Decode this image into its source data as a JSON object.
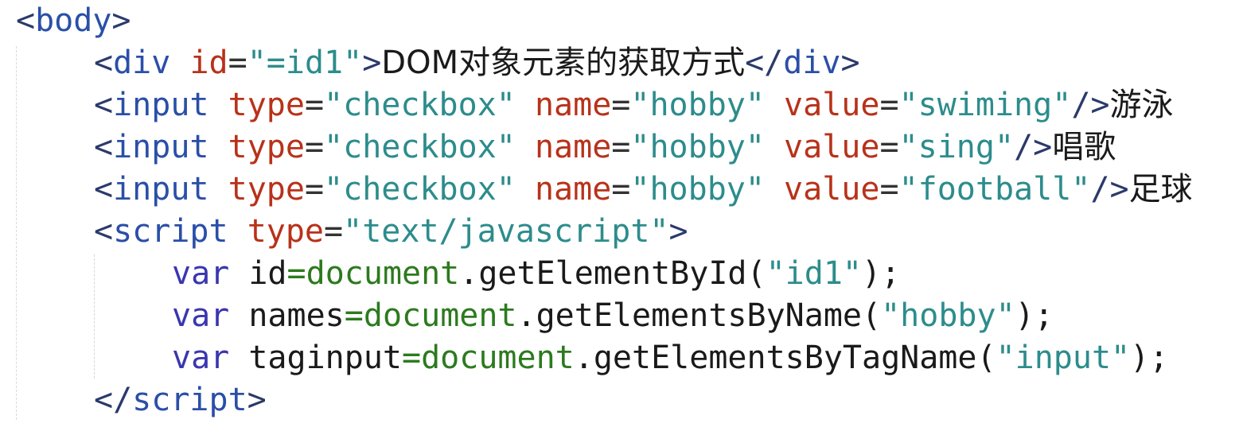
{
  "colors": {
    "tag": "#2a4fa8",
    "attribute": "#b8321a",
    "string": "#2d8c8c",
    "keyword": "#3a36b0",
    "object": "#2c7a1e",
    "text": "#1a1a1a",
    "background": "#ffffff"
  },
  "code": {
    "line1": {
      "open": "<",
      "tag": "body",
      "close": ">"
    },
    "line2": {
      "open": "<",
      "tag": "div",
      "attr": "id",
      "eq": "=",
      "value": "\"=id1\"",
      "close": ">",
      "text": "DOM对象元素的获取方式",
      "end_open": "</",
      "end_tag": "div",
      "end_close": ">"
    },
    "line3": {
      "open": "<",
      "tag": "input",
      "attr1": "type",
      "eq1": "=",
      "val1": "\"checkbox\"",
      "attr2": "name",
      "eq2": "=",
      "val2": "\"hobby\"",
      "attr3": "value",
      "eq3": "=",
      "val3": "\"swiming\"",
      "close": "/>",
      "text": "游泳"
    },
    "line4": {
      "open": "<",
      "tag": "input",
      "attr1": "type",
      "eq1": "=",
      "val1": "\"checkbox\"",
      "attr2": "name",
      "eq2": "=",
      "val2": "\"hobby\"",
      "attr3": "value",
      "eq3": "=",
      "val3": "\"sing\"",
      "close": "/>",
      "text": "唱歌"
    },
    "line5": {
      "open": "<",
      "tag": "input",
      "attr1": "type",
      "eq1": "=",
      "val1": "\"checkbox\"",
      "attr2": "name",
      "eq2": "=",
      "val2": "\"hobby\"",
      "attr3": "value",
      "eq3": "=",
      "val3": "\"football\"",
      "close": "/>",
      "text": "足球"
    },
    "line6": {
      "open": "<",
      "tag": "script",
      "attr": "type",
      "eq": "=",
      "value": "\"text/javascript\"",
      "close": ">"
    },
    "line7": {
      "kw": "var",
      "ident": "id",
      "op": "=",
      "obj": "document",
      "method": ".getElementById(",
      "arg": "\"id1\"",
      "end": ");"
    },
    "line8": {
      "kw": "var",
      "ident": "names",
      "op": "=",
      "obj": "document",
      "method": ".getElementsByName(",
      "arg": "\"hobby\"",
      "end": ");"
    },
    "line9": {
      "kw": "var",
      "ident": "taginput",
      "op": "=",
      "obj": "document",
      "method": ".getElementsByTagName(",
      "arg": "\"input\"",
      "end": ");"
    },
    "line10": {
      "open": "</",
      "tag": "script",
      "close": ">"
    }
  }
}
